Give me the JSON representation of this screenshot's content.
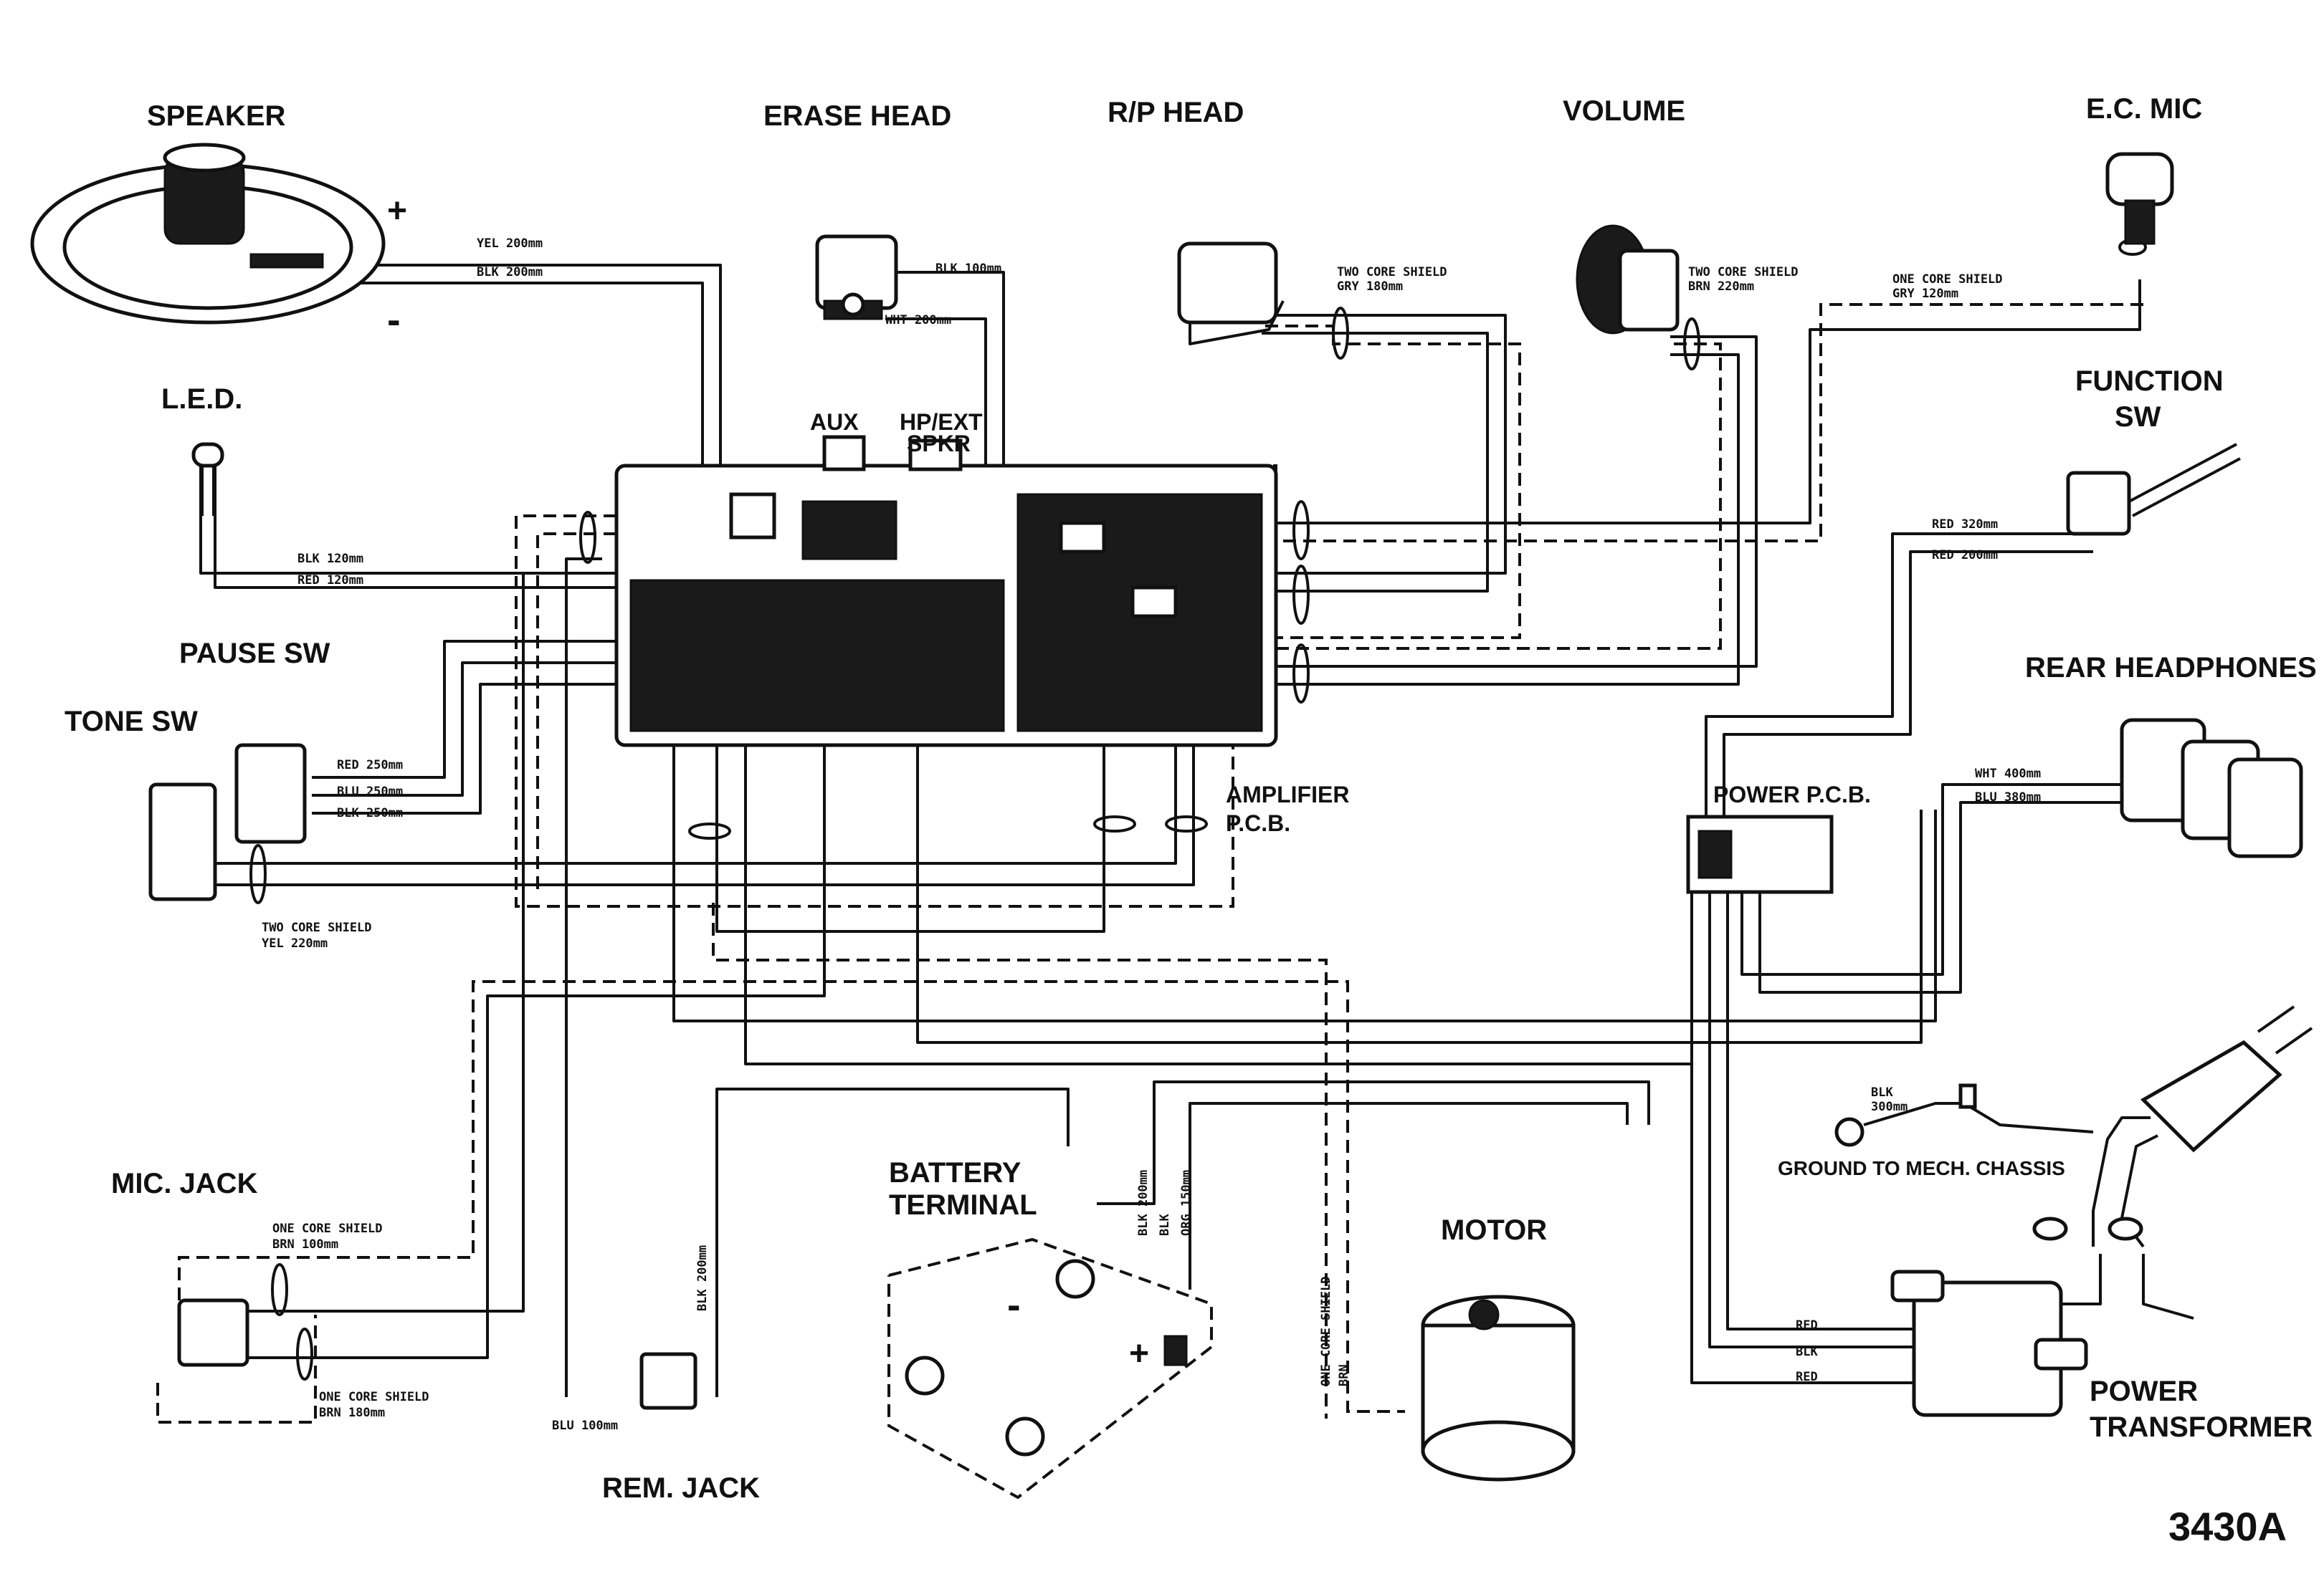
{
  "labels": {
    "speaker": "SPEAKER",
    "erase_head": "ERASE HEAD",
    "rp_head": "R/P HEAD",
    "volume": "VOLUME",
    "ec_mic": "E.C. MIC",
    "function_sw_1": "FUNCTION",
    "function_sw_2": "SW",
    "led": "L.E.D.",
    "aux": "AUX",
    "hp_ext_1": "HP/EXT",
    "hp_ext_2": "SPKR",
    "pause_sw": "PAUSE SW",
    "tone_sw": "TONE SW",
    "rear_headphones": "REAR HEADPHONES",
    "amplifier_pcb_1": "AMPLIFIER",
    "amplifier_pcb_2": "P.C.B.",
    "power_pcb": "POWER P.C.B.",
    "mic_jack": "MIC. JACK",
    "battery_terminal_1": "BATTERY",
    "battery_terminal_2": "TERMINAL",
    "motor": "MOTOR",
    "ground": "GROUND TO MECH. CHASSIS",
    "rem_jack": "REM. JACK",
    "power_transformer_1": "POWER",
    "power_transformer_2": "TRANSFORMER",
    "figure_number": "3430A",
    "plus": "+",
    "minus": "-"
  },
  "wires": {
    "spk_yel": "YEL 200mm",
    "spk_blk": "BLK 200mm",
    "erase_blk": "BLK 100mm",
    "erase_wht": "WHT 200mm",
    "rp_shield_1": "TWO CORE SHIELD",
    "rp_shield_2": "GRY 180mm",
    "vol_shield_1": "TWO CORE SHIELD",
    "vol_shield_2": "BRN 220mm",
    "mic_shield_1": "ONE CORE SHIELD",
    "mic_shield_2": "GRY 120mm",
    "led_blk": "BLK 120mm",
    "led_red": "RED 120mm",
    "func_red_320": "RED 320mm",
    "func_red_200": "RED 200mm",
    "pause_red": "RED 250mm",
    "pause_blu": "BLU 250mm",
    "pause_blk": "BLK 250mm",
    "tone_shield_1": "TWO CORE SHIELD",
    "tone_shield_2": "YEL 220mm",
    "hp_wht": "WHT 400mm",
    "hp_blu": "BLU 380mm",
    "micjack_shield_a1": "ONE CORE SHIELD",
    "micjack_shield_a2": "BRN 100mm",
    "micjack_shield_b1": "ONE CORE SHIELD",
    "micjack_shield_b2": "BRN 180mm",
    "rem_blk": "BLK 200mm",
    "rem_blu": "BLU 100mm",
    "batt_blk_200": "BLK 200mm",
    "batt_blk": "BLK",
    "batt_org": "ORG 150mm",
    "motor_shield_1": "ONE CORE SHIELD",
    "motor_shield_2": "BRN",
    "ground_blk_1": "BLK",
    "ground_blk_2": "300mm",
    "tr_red_1": "RED",
    "tr_blk": "BLK",
    "tr_red_2": "RED"
  }
}
